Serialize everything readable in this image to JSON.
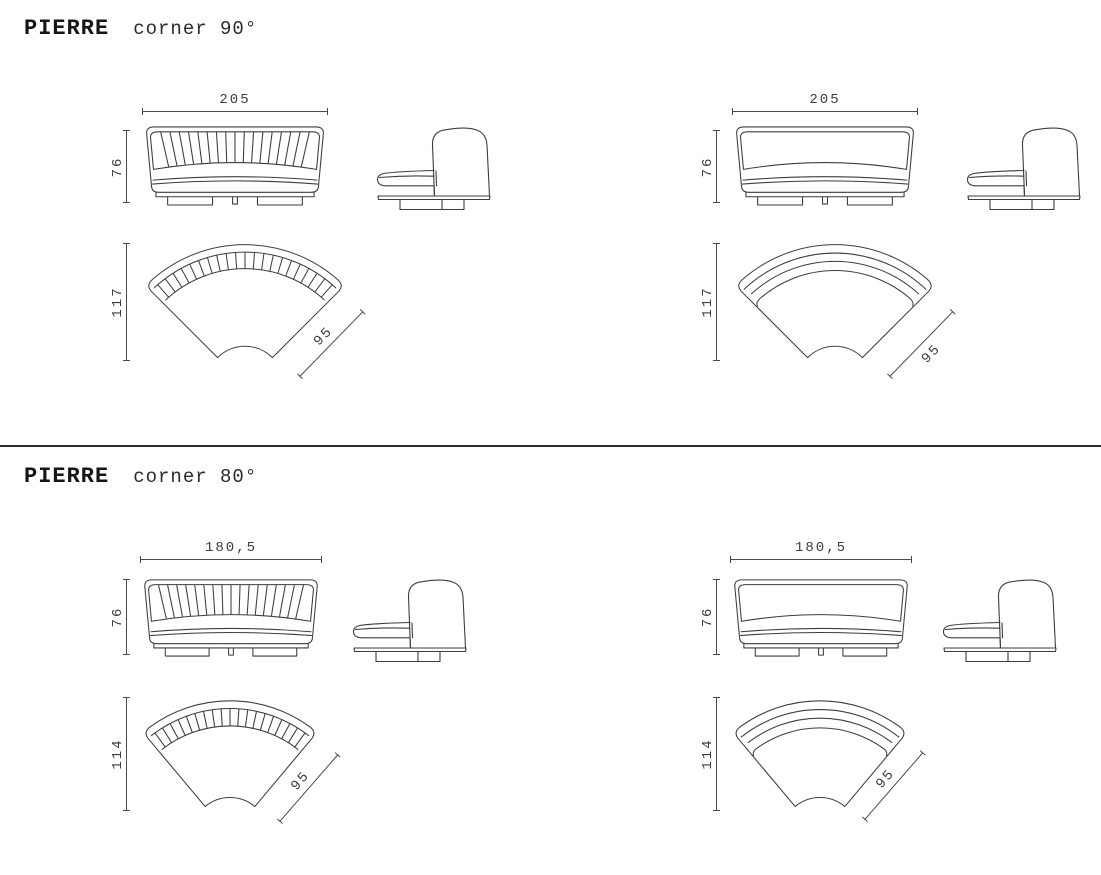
{
  "page": {
    "background": "#ffffff",
    "drawing_line_color": "#3d3d3d",
    "dimension_line_color": "#4a4a4a",
    "title_color": "#161616"
  },
  "sections": [
    {
      "id": "corner-90",
      "title": "PIERRE",
      "subtitle": "corner 90°",
      "groups": [
        {
          "variant": "channeled-back",
          "front_width": "205",
          "height": "76",
          "depth": "117",
          "side_length": "95"
        },
        {
          "variant": "smooth-back",
          "front_width": "205",
          "height": "76",
          "depth": "117",
          "side_length": "95"
        }
      ]
    },
    {
      "id": "corner-80",
      "title": "PIERRE",
      "subtitle": "corner 80°",
      "groups": [
        {
          "variant": "channeled-back",
          "front_width": "180,5",
          "height": "76",
          "depth": "114",
          "side_length": "95"
        },
        {
          "variant": "smooth-back",
          "front_width": "180,5",
          "height": "76",
          "depth": "114",
          "side_length": "95"
        }
      ]
    }
  ]
}
